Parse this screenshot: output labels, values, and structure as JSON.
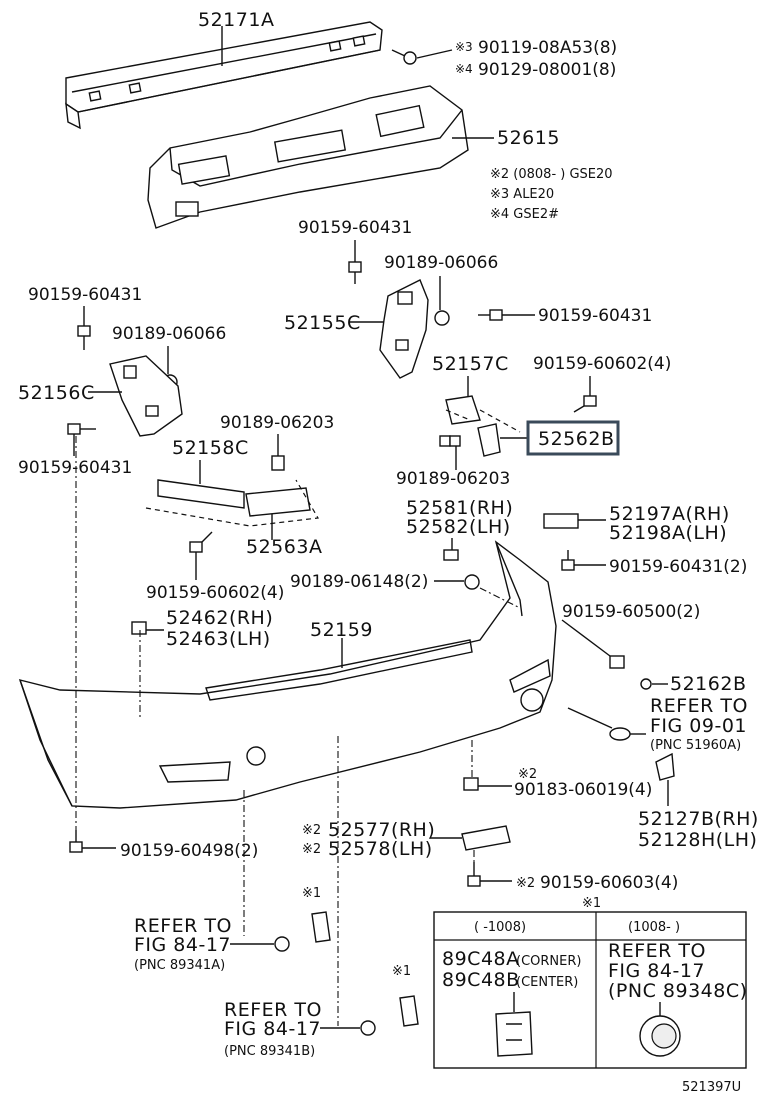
{
  "parts": {
    "p52171A": "52171A",
    "b90119": "90119-08A53(8)",
    "b90129": "90129-08001(8)",
    "p52615": "52615",
    "note_gse20": "※2 (0808-      ) GSE20",
    "note_ale20": "※3 ALE20",
    "note_gse2": "※4 GSE2#",
    "b90159_top": "90159-60431",
    "c90189_top": "90189-06066",
    "p52155C": "52155C",
    "b90159_mid": "90159-60431",
    "b90159_left": "90159-60431",
    "c90189_left": "90189-06066",
    "p52156C": "52156C",
    "b90159_left2": "90159-60431",
    "p52157C": "52157C",
    "b90159_602": "90159-60602(4)",
    "p52562B": "52562B",
    "c90189_6203a": "90189-06203",
    "c90189_6203b": "90189-06203",
    "p52158C": "52158C",
    "p52563A": "52563A",
    "b90159_602b": "90159-60602(4)",
    "p52581": "52581(RH)",
    "p52582": "52582(LH)",
    "p52197A": "52197A(RH)",
    "p52198A": "52198A(LH)",
    "c90189_6148": "90189-06148(2)",
    "b90159_431_2": "90159-60431(2)",
    "p52462": "52462(RH)",
    "p52463": "52463(LH)",
    "p52159": "52159",
    "b90159_500": "90159-60500(2)",
    "p52162B": "52162B",
    "ref_0901_a": "REFER TO",
    "ref_0901_b": "FIG 09-01",
    "ref_0901_c": "(PNC 51960A)",
    "n2_a": "※2",
    "c90183": "90183-06019(4)",
    "p52127B": "52127B(RH)",
    "p52128H": "52128H(LH)",
    "p52577": "52577(RH)",
    "p52578": "52578(LH)",
    "n2_52577": "※2",
    "n2_52578": "※2",
    "b90159_498": "90159-60498(2)",
    "n2_b": "※2",
    "b90159_603": "90159-60603(4)",
    "n1_a": "※1",
    "n1_b": "※1",
    "n1_c": "※1",
    "ref_8417a_a": "REFER TO",
    "ref_8417a_b": "FIG 84-17",
    "ref_8417a_c": "(PNC 89341A)",
    "ref_8417b_a": "REFER TO",
    "ref_8417b_b": "FIG 84-17",
    "ref_8417b_c": "(PNC 89341B)",
    "n3": "※3",
    "n4": "※4"
  },
  "inset": {
    "col1_head": "(      -1008)",
    "col2_head": "(1008-      )",
    "p89C48A": "89C48A",
    "p89C48A_note": "(CORNER)",
    "p89C48B": "89C48B",
    "p89C48B_note": "(CENTER)",
    "ref_a": "REFER TO",
    "ref_b": "FIG 84-17",
    "ref_c": "(PNC 89348C)"
  },
  "footer": {
    "diagram_code": "521397U"
  }
}
